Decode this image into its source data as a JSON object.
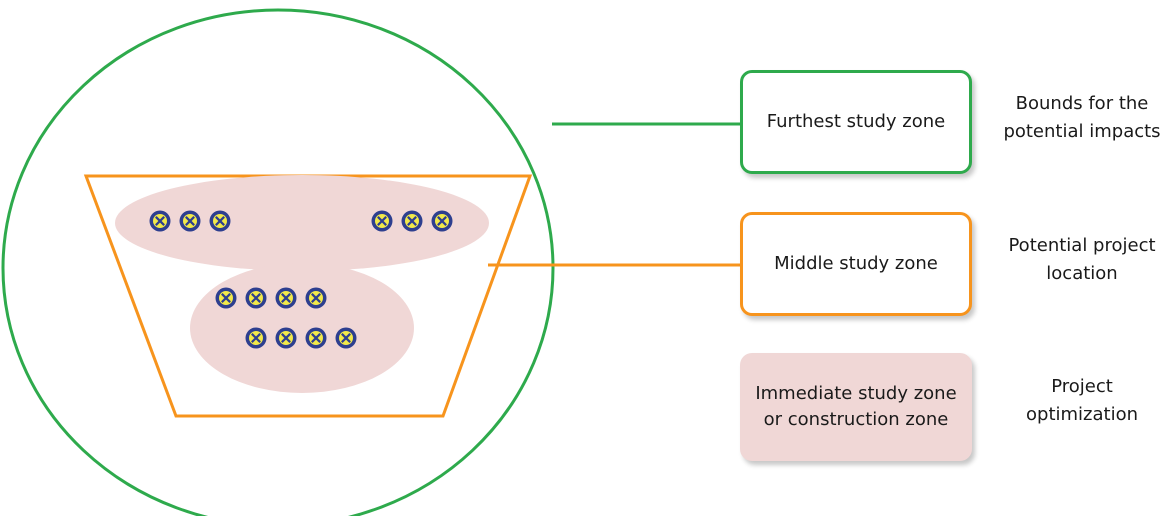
{
  "zones": [
    {
      "key": "furthest",
      "label": "Furthest study zone",
      "description": "Bounds for the\npotential impacts",
      "color": "#2eaa4c"
    },
    {
      "key": "middle",
      "label": "Middle study zone",
      "description": "Potential project\nlocation",
      "color": "#f7941d"
    },
    {
      "key": "immediate",
      "label": "Immediate study zone or construction zone",
      "description": "Project\noptimization",
      "color": "#f0d7d6"
    }
  ],
  "marker": {
    "fill": "#2e3f8f",
    "cross_fill": "#f2ea4a",
    "count": 14
  }
}
